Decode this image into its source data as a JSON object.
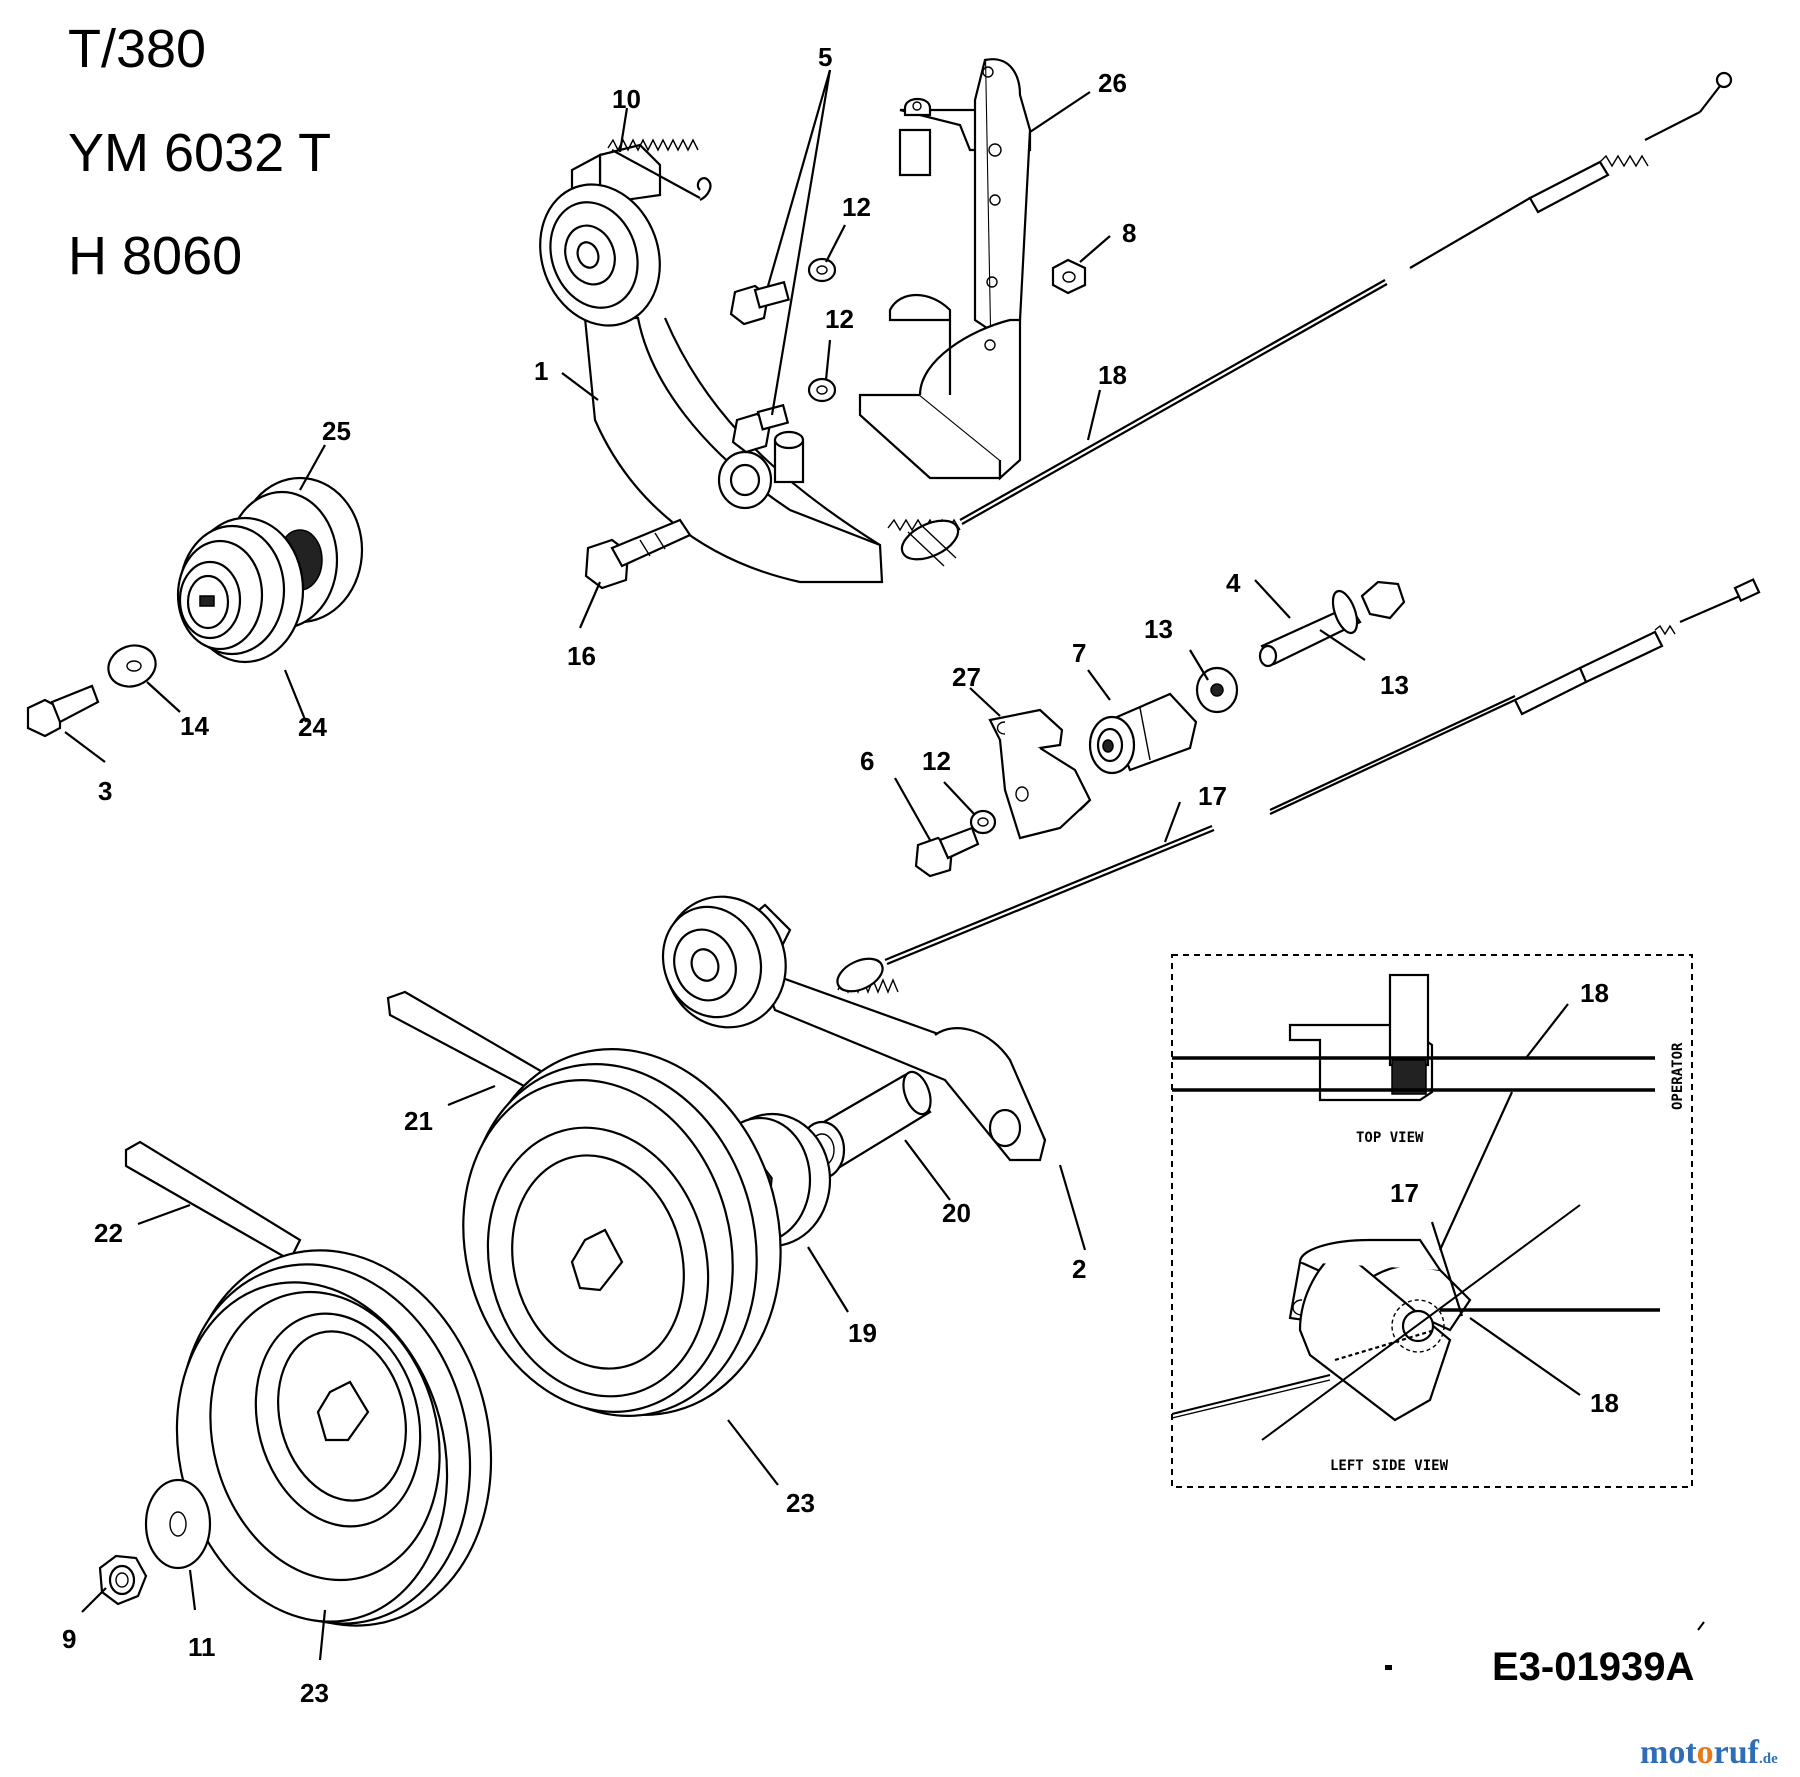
{
  "header": {
    "models": [
      "T/380",
      "YM 6032 T",
      "H 8060"
    ]
  },
  "drawing_code": "E3-01939A",
  "watermark": {
    "part1": "mot",
    "part2": "o",
    "part3": "ruf",
    "part4": ".de"
  },
  "callouts": [
    {
      "id": "c-1",
      "label": "1"
    },
    {
      "id": "c-2",
      "label": "2"
    },
    {
      "id": "c-3",
      "label": "3"
    },
    {
      "id": "c-4",
      "label": "4"
    },
    {
      "id": "c-5",
      "label": "5"
    },
    {
      "id": "c-6",
      "label": "6"
    },
    {
      "id": "c-7",
      "label": "7"
    },
    {
      "id": "c-8",
      "label": "8"
    },
    {
      "id": "c-9",
      "label": "9"
    },
    {
      "id": "c-10",
      "label": "10"
    },
    {
      "id": "c-11",
      "label": "11"
    },
    {
      "id": "c-12a",
      "label": "12"
    },
    {
      "id": "c-12b",
      "label": "12"
    },
    {
      "id": "c-12c",
      "label": "12"
    },
    {
      "id": "c-13a",
      "label": "13"
    },
    {
      "id": "c-13b",
      "label": "13"
    },
    {
      "id": "c-14",
      "label": "14"
    },
    {
      "id": "c-16",
      "label": "16"
    },
    {
      "id": "c-17",
      "label": "17"
    },
    {
      "id": "c-18",
      "label": "18"
    },
    {
      "id": "c-19",
      "label": "19"
    },
    {
      "id": "c-20",
      "label": "20"
    },
    {
      "id": "c-21",
      "label": "21"
    },
    {
      "id": "c-22",
      "label": "22"
    },
    {
      "id": "c-23a",
      "label": "23"
    },
    {
      "id": "c-23b",
      "label": "23"
    },
    {
      "id": "c-24",
      "label": "24"
    },
    {
      "id": "c-25",
      "label": "25"
    },
    {
      "id": "c-26",
      "label": "26"
    },
    {
      "id": "c-27",
      "label": "27"
    }
  ],
  "inset": {
    "top_view_label": "TOP VIEW",
    "left_side_view_label": "LEFT SIDE VIEW",
    "operator_label": "OPERATOR",
    "callouts": [
      {
        "id": "i-18a",
        "label": "18"
      },
      {
        "id": "i-17",
        "label": "17"
      },
      {
        "id": "i-18b",
        "label": "18"
      }
    ]
  }
}
